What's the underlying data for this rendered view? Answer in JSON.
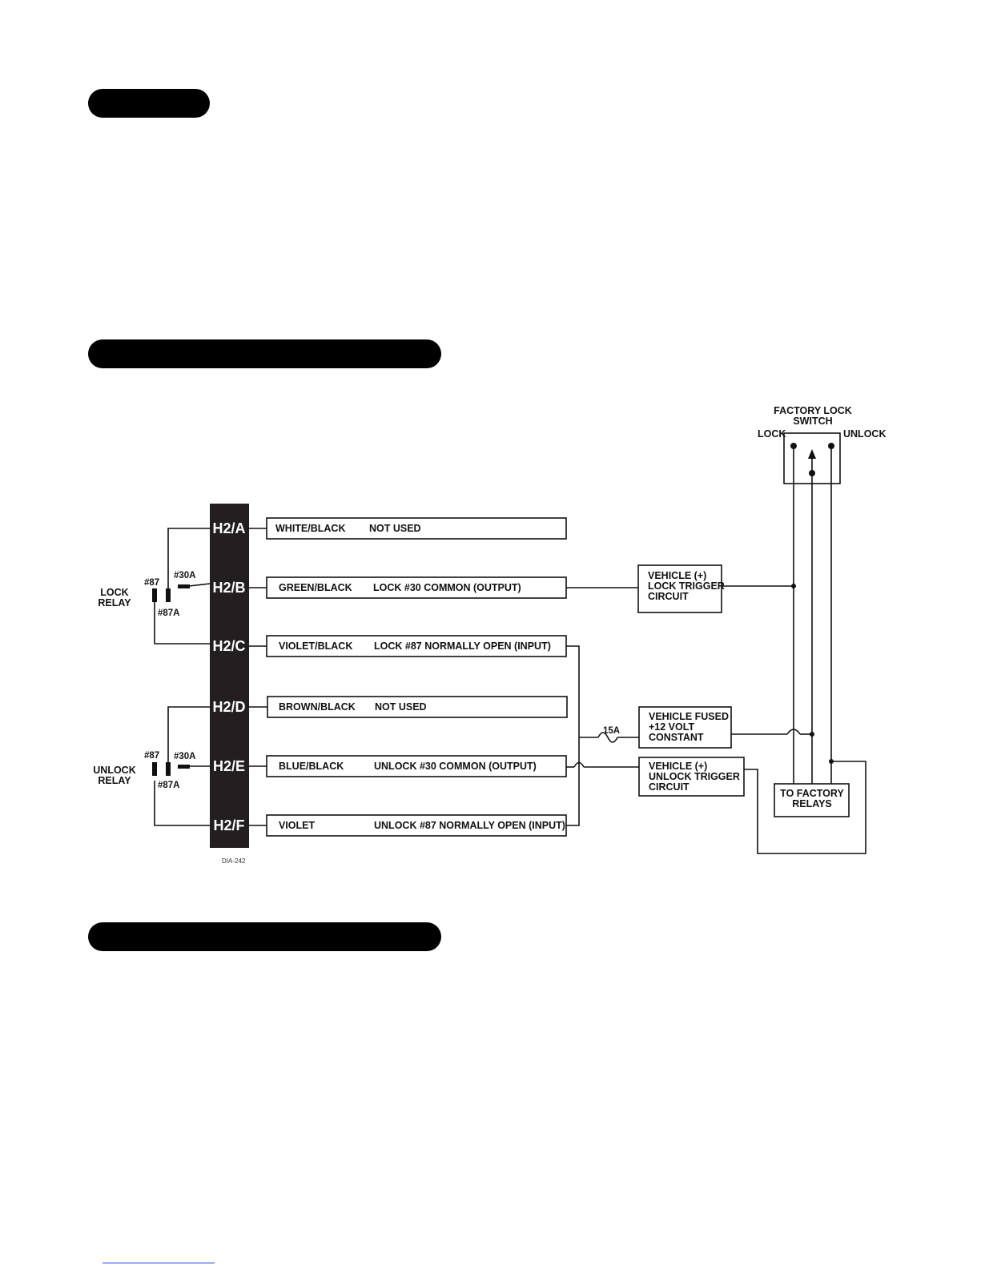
{
  "section_bars": [
    "",
    "",
    ""
  ],
  "connector": {
    "pins": [
      "H2/A",
      "H2/B",
      "H2/C",
      "H2/D",
      "H2/E",
      "H2/F"
    ],
    "diagram_id": "DIA-242"
  },
  "wires": [
    {
      "color": "WHITE/BLACK",
      "function": "NOT USED"
    },
    {
      "color": "GREEN/BLACK",
      "function": "LOCK #30 COMMON (OUTPUT)"
    },
    {
      "color": "VIOLET/BLACK",
      "function": "LOCK #87 NORMALLY OPEN (INPUT)"
    },
    {
      "color": "BROWN/BLACK",
      "function": "NOT USED"
    },
    {
      "color": "BLUE/BLACK",
      "function": "UNLOCK #30 COMMON (OUTPUT)"
    },
    {
      "color": "VIOLET",
      "function": "UNLOCK #87 NORMALLY OPEN (INPUT)"
    }
  ],
  "relays": {
    "lock": {
      "line1": "LOCK",
      "line2": "RELAY",
      "t87": "#87",
      "t30a": "#30A",
      "t87a": "#87A"
    },
    "unlock": {
      "line1": "UNLOCK",
      "line2": "RELAY",
      "t87": "#87",
      "t30a": "#30A",
      "t87a": "#87A"
    }
  },
  "boxes": {
    "lock_trigger": [
      "VEHICLE (+)",
      "LOCK TRIGGER",
      "CIRCUIT"
    ],
    "fused": [
      "VEHICLE FUSED",
      "+12 VOLT",
      "CONSTANT"
    ],
    "unlock_trigger": [
      "VEHICLE (+)",
      "UNLOCK TRIGGER",
      "CIRCUIT"
    ],
    "factory_relays": [
      "TO FACTORY",
      "RELAYS"
    ]
  },
  "fuse_label": "15A",
  "factory_switch": {
    "title1": "FACTORY LOCK",
    "title2": "SWITCH",
    "lock_label": "LOCK",
    "unlock_label": "UNLOCK"
  }
}
